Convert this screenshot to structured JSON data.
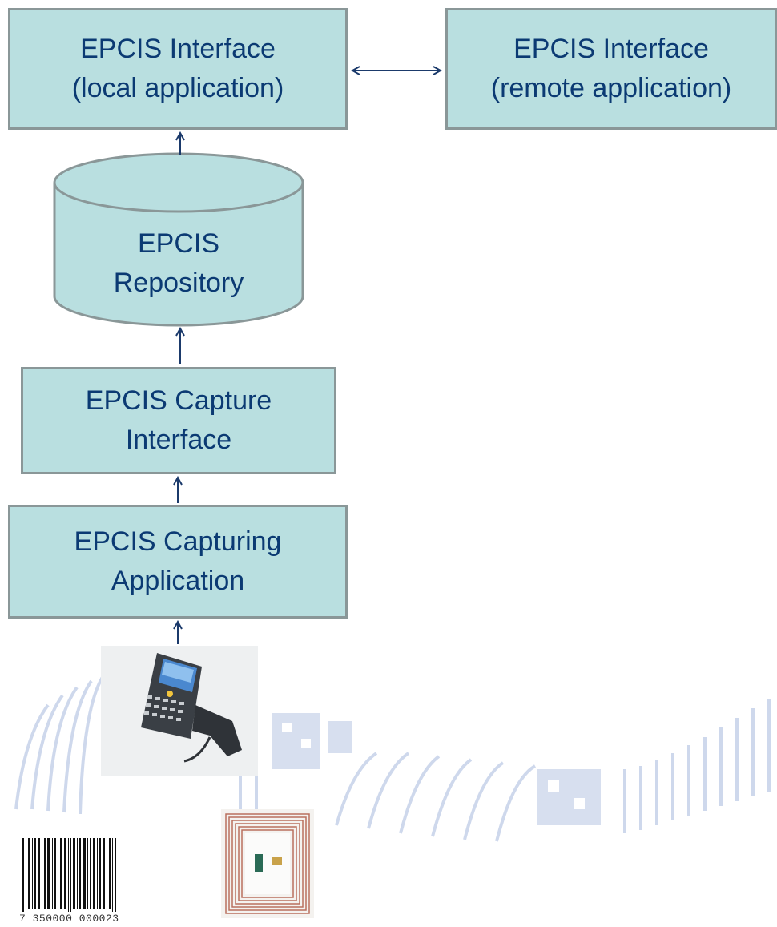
{
  "boxes": {
    "local": {
      "line1": "EPCIS Interface",
      "line2": "(local application)"
    },
    "remote": {
      "line1": "EPCIS Interface",
      "line2": "(remote application)"
    },
    "repository": {
      "line1": "EPCIS",
      "line2": "Repository"
    },
    "capture_interface": {
      "line1": "EPCIS Capture",
      "line2": "Interface"
    },
    "capturing_application": {
      "line1": "EPCIS Capturing",
      "line2": "Application"
    }
  },
  "barcode": {
    "digits": "7 350000 000023"
  },
  "colors": {
    "box_fill": "#b9dfe0",
    "box_border": "#8a9798",
    "text": "#0b3a73",
    "arrow": "#1b3a6b",
    "watermark": "#c9d4ea"
  },
  "icons": {
    "scanner": "handheld-barcode-scanner-icon",
    "barcode": "barcode-icon",
    "rfid": "rfid-tag-icon"
  }
}
